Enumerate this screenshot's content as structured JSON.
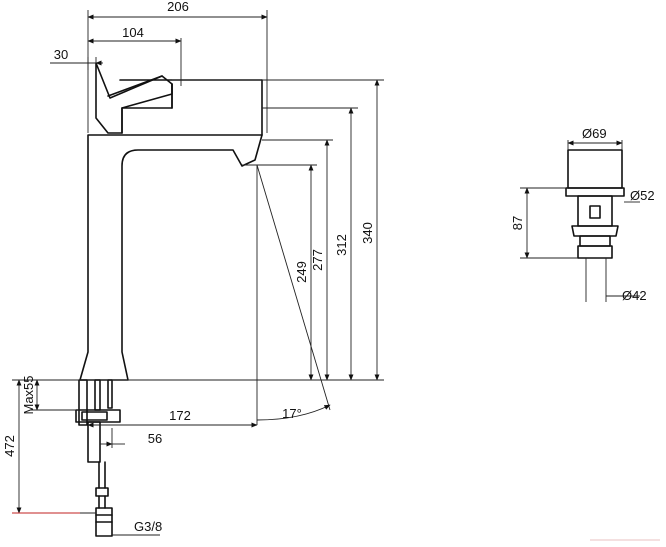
{
  "dims": {
    "total_width": "206",
    "lever_reach": "104",
    "lever_offset": "30",
    "height_total": "340",
    "height_spout_top": "312",
    "height_spout_underside": "277",
    "height_outlet": "249",
    "spout_projection": "172",
    "base_width": "56",
    "max_deck": "Max55",
    "hose_length": "472",
    "thread": "G3/8",
    "angle": "17°"
  },
  "waste": {
    "cap_diameter": "Ø69",
    "flange_diameter": "Ø52",
    "body_diameter": "Ø42",
    "height": "87"
  },
  "colors": {
    "line": "#111111",
    "accent": "#c02020"
  }
}
